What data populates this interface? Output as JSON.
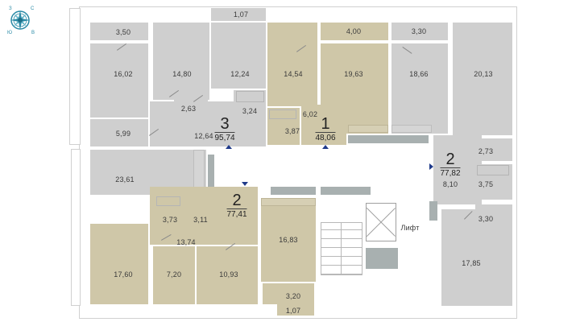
{
  "compass": {
    "icon": "compass-rose-icon",
    "labels": {
      "north": "С",
      "west": "З",
      "south": "Ю",
      "east": "В"
    },
    "color": "#2a8aa6"
  },
  "colors": {
    "apartment_gray": "#cfcfcf",
    "apartment_beige": "#cfc7a8",
    "vent_blocks": "#a8b0b0",
    "walls": "#ffffff"
  },
  "apartments": [
    {
      "id": "apt-3-top-left",
      "rooms_count": "3",
      "total_area": "95,74",
      "highlight": false,
      "rooms": [
        "3,50",
        "16,02",
        "14,80",
        "1,07",
        "12,24",
        "2,63",
        "3,24",
        "5,99",
        "12,64"
      ]
    },
    {
      "id": "apt-1-top-center",
      "rooms_count": "1",
      "total_area": "48,06",
      "highlight": true,
      "rooms": [
        "14,54",
        "4,00",
        "19,63",
        "6,02",
        "3,87"
      ]
    },
    {
      "id": "apt-2-right",
      "rooms_count": "2",
      "total_area": "77,82",
      "highlight": false,
      "rooms": [
        "3,30",
        "18,66",
        "20,13",
        "2,73",
        "3,75",
        "8,10",
        "3,30",
        "17,85"
      ]
    },
    {
      "id": "apt-2-bottom-left",
      "rooms_count": "2",
      "total_area": "77,41",
      "highlight": true,
      "rooms": [
        "3,73",
        "3,11",
        "13,74",
        "17,60",
        "7,20",
        "10,93",
        "16,83",
        "3,20",
        "1,07"
      ]
    },
    {
      "id": "studio-left",
      "rooms_count": "",
      "total_area": "",
      "highlight": false,
      "rooms": [
        "23,61"
      ]
    }
  ],
  "labels": {
    "r_3_50": "3,50",
    "r_16_02": "16,02",
    "r_14_80": "14,80",
    "r_1_07_top": "1,07",
    "r_12_24": "12,24",
    "r_2_63": "2,63",
    "r_3_24": "3,24",
    "r_5_99": "5,99",
    "r_12_64": "12,64",
    "r_14_54": "14,54",
    "r_4_00": "4,00",
    "r_19_63": "19,63",
    "r_6_02": "6,02",
    "r_3_87": "3,87",
    "r_3_30_top": "3,30",
    "r_18_66": "18,66",
    "r_20_13": "20,13",
    "r_2_73": "2,73",
    "r_3_75": "3,75",
    "r_8_10": "8,10",
    "r_3_30_right": "3,30",
    "r_17_85": "17,85",
    "r_23_61": "23,61",
    "r_3_73": "3,73",
    "r_3_11": "3,11",
    "r_13_74": "13,74",
    "r_17_60": "17,60",
    "r_7_20": "7,20",
    "r_10_93": "10,93",
    "r_16_83": "16,83",
    "r_3_20": "3,20",
    "r_1_07_bottom": "1,07",
    "lift": "Лифт"
  },
  "apt_badges": {
    "a3": {
      "n": "3",
      "area": "95,74"
    },
    "a1": {
      "n": "1",
      "area": "48,06"
    },
    "a2r": {
      "n": "2",
      "area": "77,82"
    },
    "a2b": {
      "n": "2",
      "area": "77,41"
    }
  }
}
